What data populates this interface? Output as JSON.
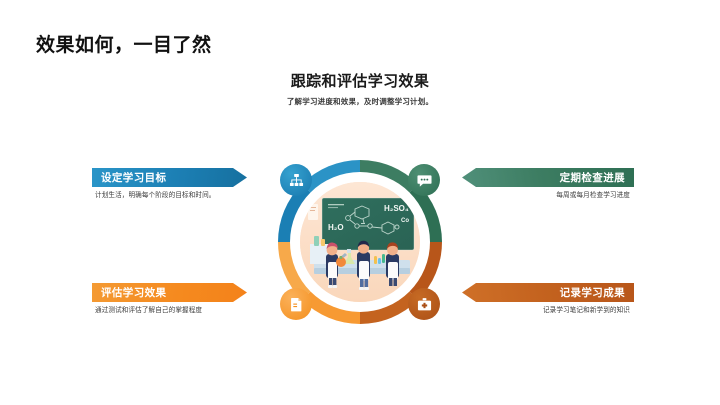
{
  "slide": {
    "title": "效果如何，一目了然",
    "heading": "跟踪和评估学习效果",
    "subheading": "了解学习进度和效果，及时调整学习计划。"
  },
  "features": [
    {
      "id": "set-goals",
      "position": "left-top",
      "label": "设定学习目标",
      "body": "计划生活，明确每个阶段的目标和时间。",
      "color": "#1c7fb4"
    },
    {
      "id": "review-progress",
      "position": "right-top",
      "label": "定期检查进展",
      "body": "每周或每月检查学习进度",
      "color": "#2e6f54"
    },
    {
      "id": "evaluate-results",
      "position": "left-bottom",
      "label": "评估学习效果",
      "body": "通过测试和评估了解自己的掌握程度",
      "color": "#f4821a"
    },
    {
      "id": "record-results",
      "position": "right-bottom",
      "label": "记录学习成果",
      "body": "记录学习笔记和新学到的知识",
      "color": "#b8561a"
    }
  ],
  "illustration": {
    "name": "chemistry-classroom-circle-diagram",
    "ring_colors": {
      "top_left": "#1c7fb4",
      "top_right": "#2e6f54",
      "bottom_left": "#f79a33",
      "bottom_right": "#b8561a"
    },
    "badges": [
      {
        "id": "sitemap",
        "icon": "sitemap-icon",
        "color": "#1877ad"
      },
      {
        "id": "chat",
        "icon": "chat-bubble-icon",
        "color": "#2e6f54"
      },
      {
        "id": "document",
        "icon": "document-icon",
        "color": "#f4901f"
      },
      {
        "id": "medical-kit",
        "icon": "medical-cross-icon",
        "color": "#ab4f16"
      }
    ],
    "chalkboard_formulas": [
      "H₂SO₄",
      "H₂O",
      "Co"
    ]
  }
}
